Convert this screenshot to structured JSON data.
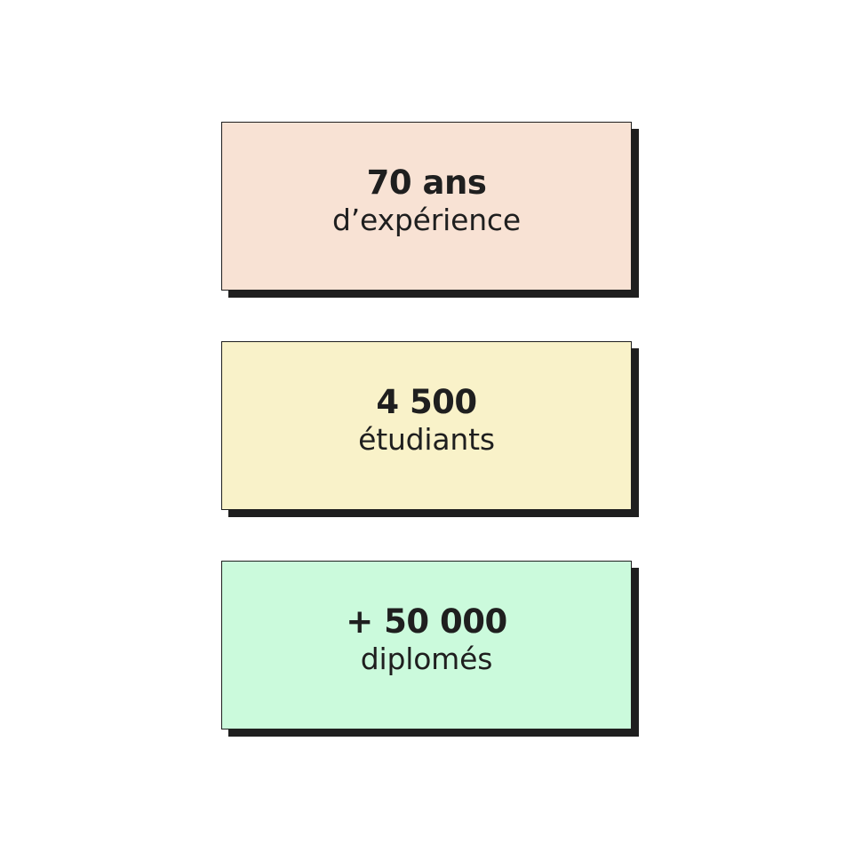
{
  "stats": [
    {
      "value": "70 ans",
      "label": "d’expérience",
      "color": "#f8e2d4"
    },
    {
      "value": "4 500",
      "label": "étudiants",
      "color": "#f9f2c9"
    },
    {
      "value": "+ 50 000",
      "label": "diplomés",
      "color": "#cbfadc"
    }
  ]
}
